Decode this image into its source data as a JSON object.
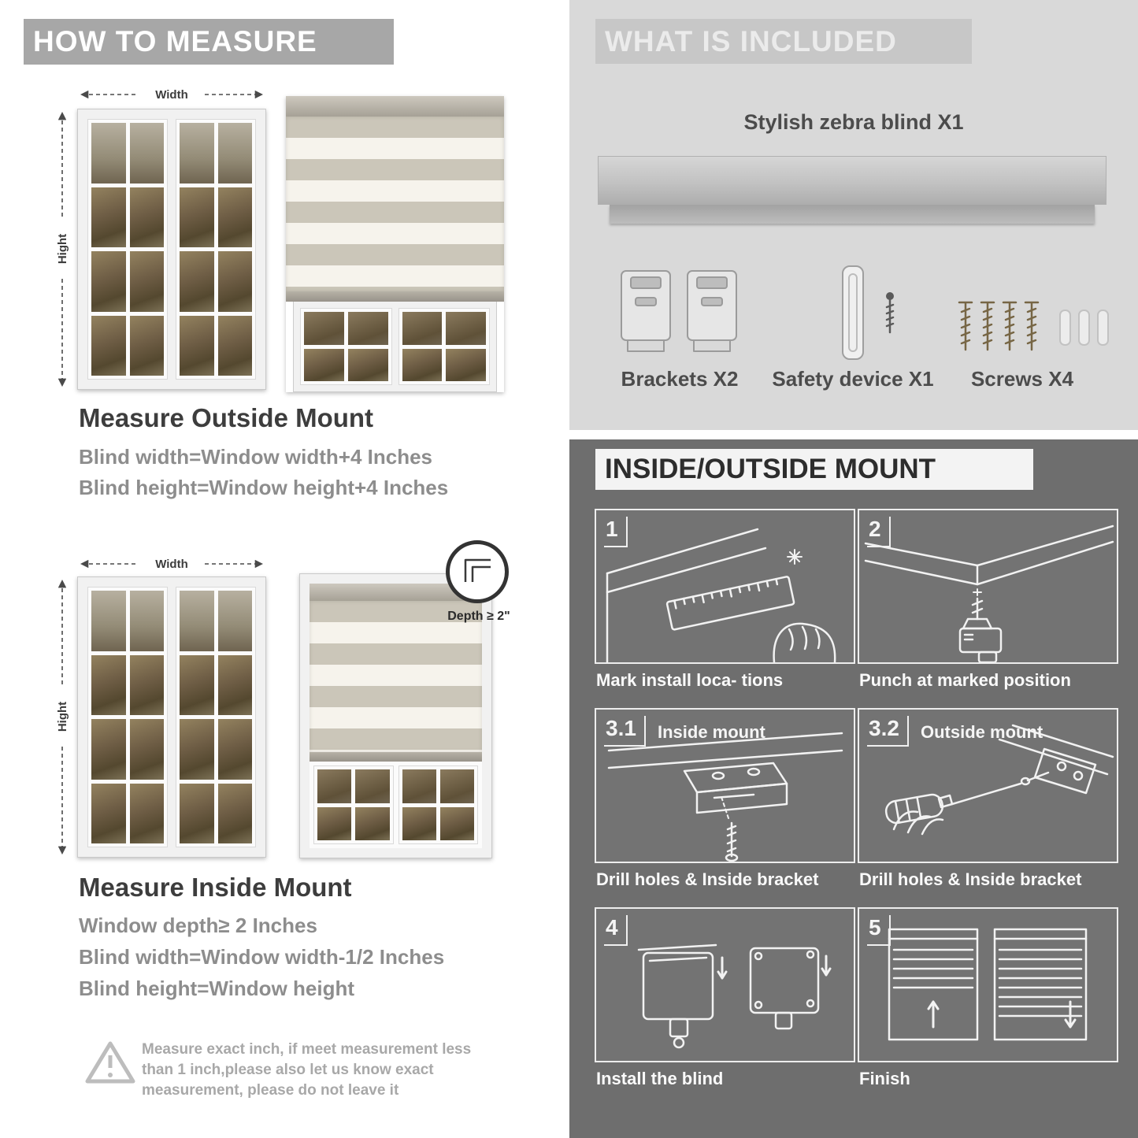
{
  "colors": {
    "left_banner_bg": "#a7a7a7",
    "included_bg": "#d9d9d9",
    "included_banner_bg": "#c7c7c7",
    "mount_bg": "#6e6e6e",
    "heading_text": "#3d3d3d",
    "body_text": "#8d8d8d"
  },
  "measure": {
    "banner": "HOW TO MEASURE",
    "width_label": "Width",
    "height_label": "Hight",
    "outside": {
      "heading": "Measure Outside Mount",
      "lines": [
        "Blind width=Window width+4 Inches",
        "Blind height=Window height+4 Inches"
      ]
    },
    "inside": {
      "depth_callout": "Depth ≥ 2\"",
      "heading": "Measure Inside Mount",
      "lines": [
        "Window depth≥ 2 Inches",
        "Blind width=Window width-1/2 Inches",
        "Blind height=Window height"
      ]
    },
    "warning": "Measure exact inch, if meet measurement less than 1 inch,please also let us know exact measurement, please do not leave it"
  },
  "included": {
    "banner": "WHAT IS INCLUDED",
    "product": "Stylish zebra blind X1",
    "items": [
      {
        "label": "Brackets X2"
      },
      {
        "label": "Safety device X1"
      },
      {
        "label": "Screws X4"
      }
    ]
  },
  "mount": {
    "banner": "INSIDE/OUTSIDE MOUNT",
    "steps": [
      {
        "num": "1",
        "title": "",
        "caption": "Mark install loca- tions"
      },
      {
        "num": "2",
        "title": "",
        "caption": "Punch at  marked position"
      },
      {
        "num": "3.1",
        "title": "Inside mount",
        "caption": "Drill holes &  Inside bracket"
      },
      {
        "num": "3.2",
        "title": "Outside mount",
        "caption": "Drill holes &  Inside bracket"
      },
      {
        "num": "4",
        "title": "",
        "caption": "Install the blind"
      },
      {
        "num": "5",
        "title": "",
        "caption": "Finish"
      }
    ]
  }
}
